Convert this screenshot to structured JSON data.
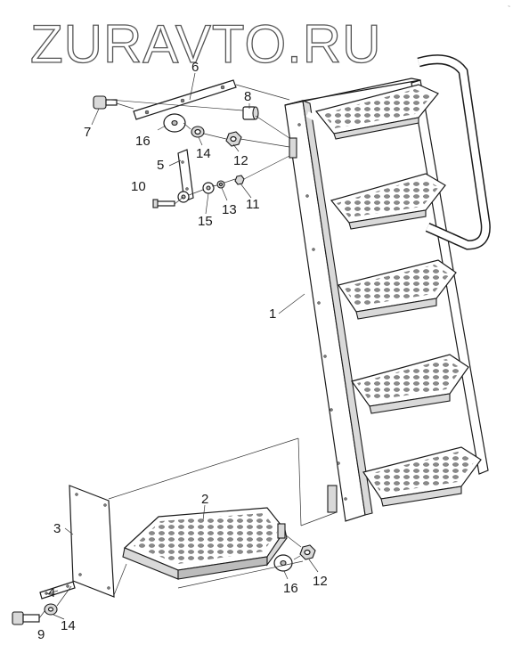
{
  "watermark": "ZURAVTO.RU",
  "corner_mark": "~",
  "callouts": {
    "c1": "1",
    "c2": "2",
    "c3": "3",
    "c4": "4",
    "c5": "5",
    "c6": "6",
    "c7": "7",
    "c8": "8",
    "c9": "9",
    "c10": "10",
    "c11": "11",
    "c12a": "12",
    "c12b": "12",
    "c13": "13",
    "c14a": "14",
    "c14b": "14",
    "c15": "15",
    "c16a": "16",
    "c16b": "16"
  }
}
